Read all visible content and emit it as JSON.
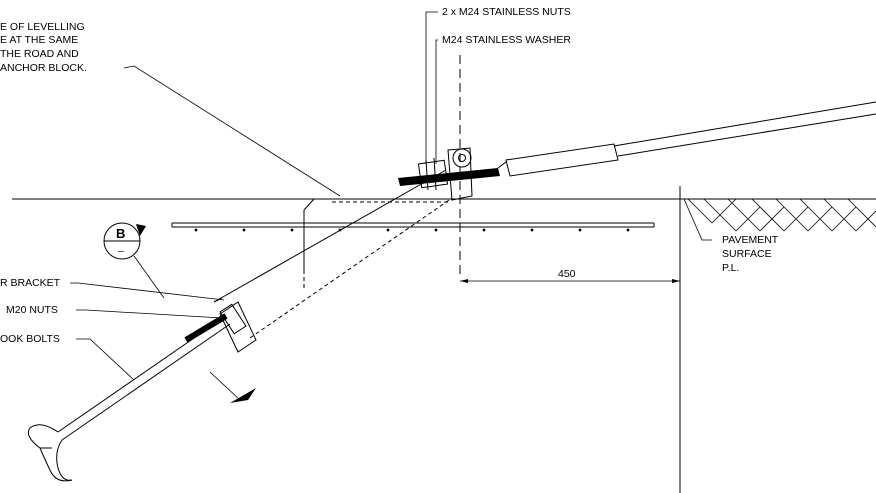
{
  "drawing": {
    "note_lines": [
      "E OF LEVELLING",
      "E AT THE SAME",
      "THE ROAD AND",
      "ANCHOR BLOCK."
    ],
    "labels": {
      "nuts_top": "2 x M24 STAINLESS NUTS",
      "washer": "M24 STAINLESS WASHER",
      "bracket": "R BRACKET",
      "m20_nuts": "M20 NUTS",
      "hook_bolts": "OOK BOLTS",
      "pavement": "PAVEMENT",
      "surface": "SURFACE",
      "pl": "P.L."
    },
    "dimension": "450",
    "section_marker": {
      "letter": "B",
      "sub": "–"
    }
  }
}
